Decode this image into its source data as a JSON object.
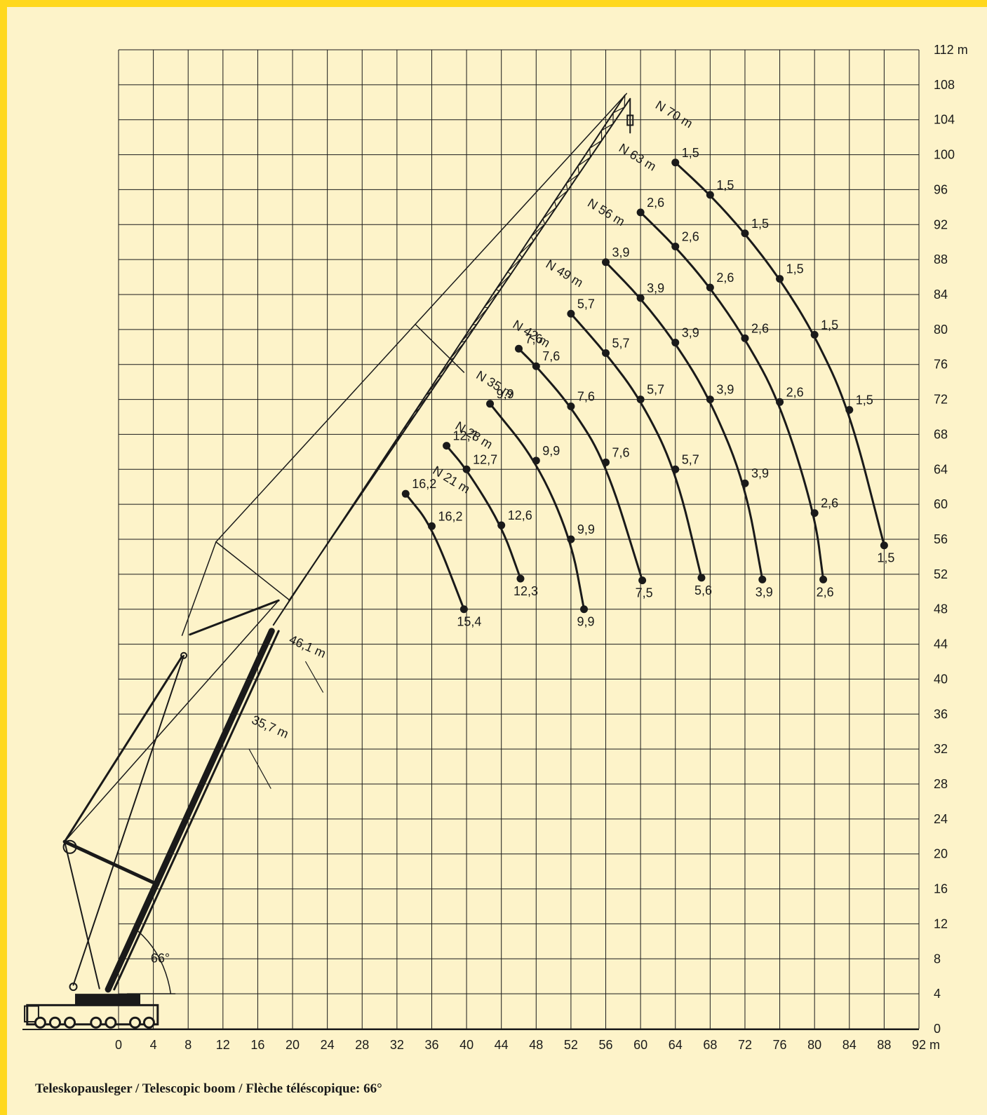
{
  "caption": {
    "text": "Teleskopausleger / Telescopic boom / Flèche téléscopique: 66°"
  },
  "colors": {
    "frame": "#ffd81e",
    "background": "#fdf3c9",
    "ink": "#1a1a1a"
  },
  "chart_data": {
    "type": "scatter",
    "title": "",
    "xlabel": "m",
    "ylabel": "m",
    "xlim": [
      0,
      92
    ],
    "ylim": [
      0,
      112
    ],
    "x_ticks": [
      "0",
      "4",
      "8",
      "12",
      "16",
      "20",
      "24",
      "28",
      "32",
      "36",
      "40",
      "44",
      "48",
      "52",
      "56",
      "60",
      "64",
      "68",
      "72",
      "76",
      "80",
      "84",
      "88",
      "92 m"
    ],
    "y_ticks": [
      "0",
      "4",
      "8",
      "12",
      "16",
      "20",
      "24",
      "28",
      "32",
      "36",
      "40",
      "44",
      "48",
      "52",
      "56",
      "60",
      "64",
      "68",
      "72",
      "76",
      "80",
      "84",
      "88",
      "92",
      "96",
      "100",
      "104",
      "108",
      "112 m"
    ],
    "grid": true,
    "boom_angle": "66°",
    "boom_labels": [
      "35,7 m",
      "46,1 m"
    ],
    "series": [
      {
        "name": "N 21 m",
        "points": [
          {
            "x": 33.0,
            "y": 61.2,
            "label": "16,2"
          },
          {
            "x": 36.0,
            "y": 57.5,
            "label": "16,2"
          },
          {
            "x": 39.7,
            "y": 48.0,
            "label": "15,4"
          }
        ]
      },
      {
        "name": "N 28 m",
        "points": [
          {
            "x": 37.7,
            "y": 66.7,
            "label": "12,7"
          },
          {
            "x": 40.0,
            "y": 64.0,
            "label": "12,7"
          },
          {
            "x": 44.0,
            "y": 57.6,
            "label": "12,6"
          },
          {
            "x": 46.2,
            "y": 51.5,
            "label": "12,3"
          }
        ]
      },
      {
        "name": "N 35 m",
        "points": [
          {
            "x": 42.7,
            "y": 71.5,
            "label": "9,9"
          },
          {
            "x": 48.0,
            "y": 65.0,
            "label": "9,9"
          },
          {
            "x": 52.0,
            "y": 56.0,
            "label": "9,9"
          },
          {
            "x": 53.5,
            "y": 48.0,
            "label": "9,9"
          }
        ]
      },
      {
        "name": "N 42 m",
        "points": [
          {
            "x": 46.0,
            "y": 77.8,
            "label": "7,6"
          },
          {
            "x": 48.0,
            "y": 75.8,
            "label": "7,6"
          },
          {
            "x": 52.0,
            "y": 71.2,
            "label": "7,6"
          },
          {
            "x": 56.0,
            "y": 64.8,
            "label": "7,6"
          },
          {
            "x": 60.2,
            "y": 51.3,
            "label": "7,5"
          }
        ]
      },
      {
        "name": "N 49 m",
        "points": [
          {
            "x": 52.0,
            "y": 81.8,
            "label": "5,7"
          },
          {
            "x": 56.0,
            "y": 77.3,
            "label": "5,7"
          },
          {
            "x": 60.0,
            "y": 72.0,
            "label": "5,7"
          },
          {
            "x": 64.0,
            "y": 64.0,
            "label": "5,7"
          },
          {
            "x": 67.0,
            "y": 51.6,
            "label": "5,6"
          }
        ]
      },
      {
        "name": "N 56 m",
        "points": [
          {
            "x": 56.0,
            "y": 87.7,
            "label": "3,9"
          },
          {
            "x": 60.0,
            "y": 83.6,
            "label": "3,9"
          },
          {
            "x": 64.0,
            "y": 78.5,
            "label": "3,9"
          },
          {
            "x": 68.0,
            "y": 72.0,
            "label": "3,9"
          },
          {
            "x": 72.0,
            "y": 62.4,
            "label": "3,9"
          },
          {
            "x": 74.0,
            "y": 51.4,
            "label": "3,9"
          }
        ]
      },
      {
        "name": "N 63 m",
        "points": [
          {
            "x": 60.0,
            "y": 93.4,
            "label": "2,6"
          },
          {
            "x": 64.0,
            "y": 89.5,
            "label": "2,6"
          },
          {
            "x": 68.0,
            "y": 84.8,
            "label": "2,6"
          },
          {
            "x": 72.0,
            "y": 79.0,
            "label": "2,6"
          },
          {
            "x": 76.0,
            "y": 71.7,
            "label": "2,6"
          },
          {
            "x": 80.0,
            "y": 59.0,
            "label": "2,6"
          },
          {
            "x": 81.0,
            "y": 51.4,
            "label": "2,6"
          }
        ]
      },
      {
        "name": "N 70 m",
        "points": [
          {
            "x": 64.0,
            "y": 99.1,
            "label": "1,5"
          },
          {
            "x": 68.0,
            "y": 95.4,
            "label": "1,5"
          },
          {
            "x": 72.0,
            "y": 91.0,
            "label": "1,5"
          },
          {
            "x": 76.0,
            "y": 85.8,
            "label": "1,5"
          },
          {
            "x": 80.0,
            "y": 79.4,
            "label": "1,5"
          },
          {
            "x": 84.0,
            "y": 70.8,
            "label": "1,5"
          },
          {
            "x": 88.0,
            "y": 55.3,
            "label": "1,5"
          }
        ]
      }
    ]
  }
}
